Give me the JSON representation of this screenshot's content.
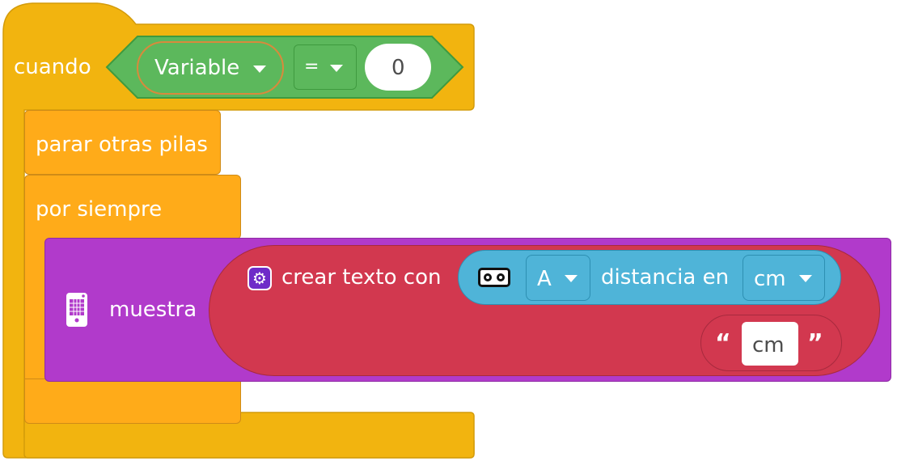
{
  "when_block": {
    "label": "cuando",
    "color": "#f2b40f"
  },
  "condition": {
    "variable_label": "Variable",
    "operator_label": "=",
    "value": "0",
    "color": "#5cb85c"
  },
  "stop_block": {
    "label": "parar otras pilas",
    "color": "#ffab19"
  },
  "forever_block": {
    "label": "por siempre",
    "color": "#ffab19"
  },
  "display_block": {
    "label": "muestra",
    "color": "#b13acb",
    "icon": "display-icon"
  },
  "text_block": {
    "label": "crear texto con",
    "color": "#d2384f",
    "icon": "join-icon"
  },
  "sensor_block": {
    "icon": "distance-sensor-icon",
    "port": "A",
    "label": "distancia en",
    "unit": "cm",
    "color": "#4fb4d8"
  },
  "string_block": {
    "open_quote": "“",
    "value": "cm",
    "close_quote": "”"
  }
}
